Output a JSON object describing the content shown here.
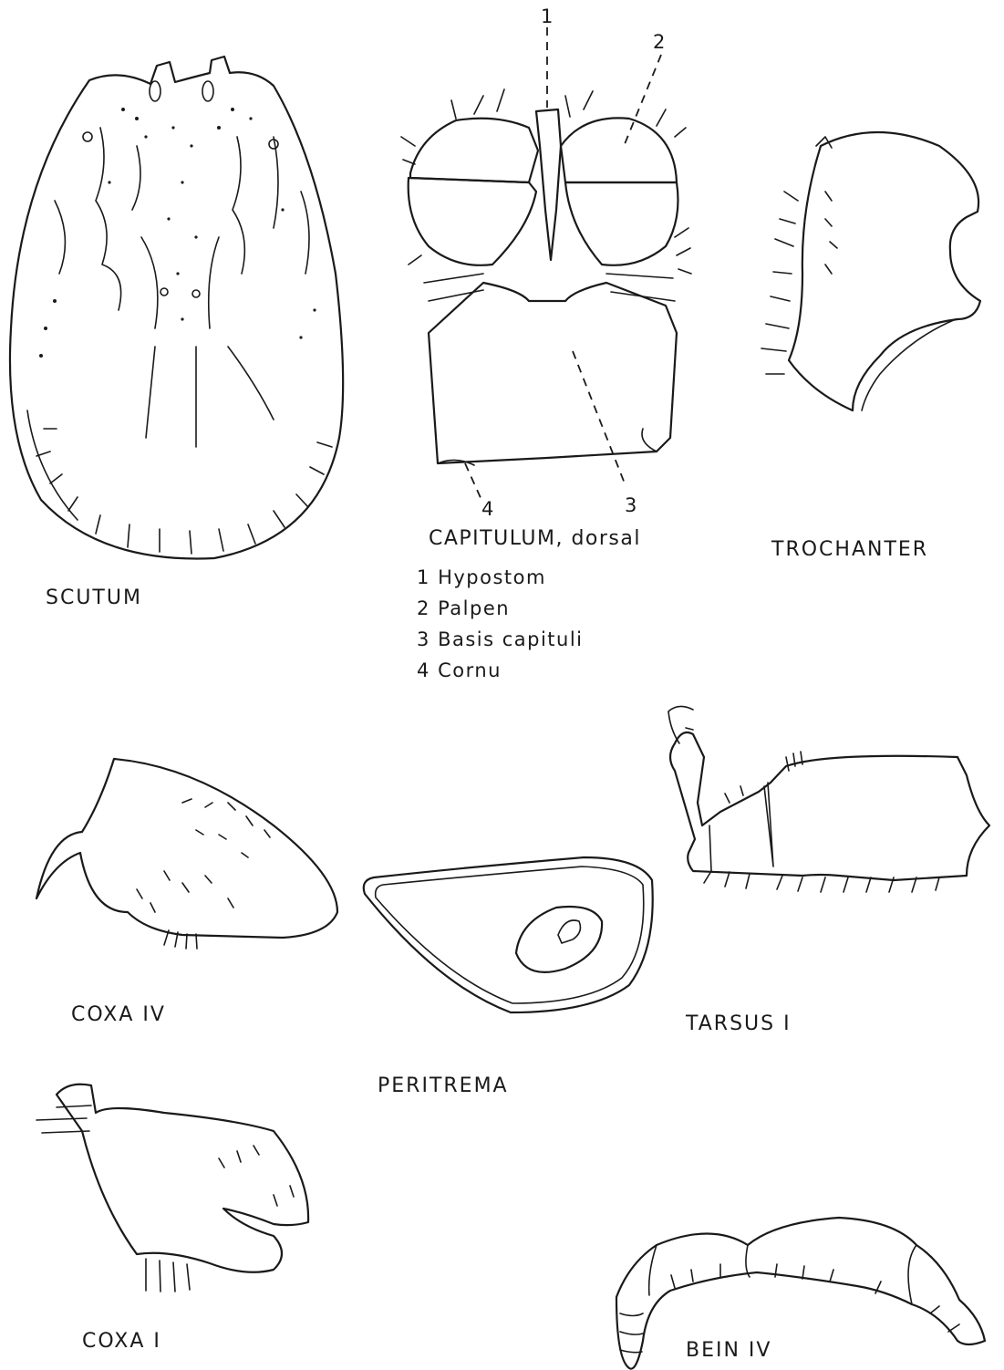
{
  "figures": {
    "scutum": {
      "label": "SCUTUM"
    },
    "capitulum": {
      "label": "CAPITULUM, dorsal",
      "pointer_numbers": [
        "1",
        "2",
        "3",
        "4"
      ],
      "legend": [
        {
          "num": "1",
          "text": "Hypostom"
        },
        {
          "num": "2",
          "text": "Palpen"
        },
        {
          "num": "3",
          "text": "Basis capituli"
        },
        {
          "num": "4",
          "text": "Cornu"
        }
      ]
    },
    "trochanter": {
      "label": "TROCHANTER"
    },
    "coxa_iv": {
      "label": "COXA  IV"
    },
    "peritrema": {
      "label": "PERITREMA"
    },
    "tarsus_i": {
      "label": "TARSUS I"
    },
    "coxa_i": {
      "label": "COXA  I"
    },
    "bein_iv": {
      "label": "BEIN  IV"
    }
  }
}
